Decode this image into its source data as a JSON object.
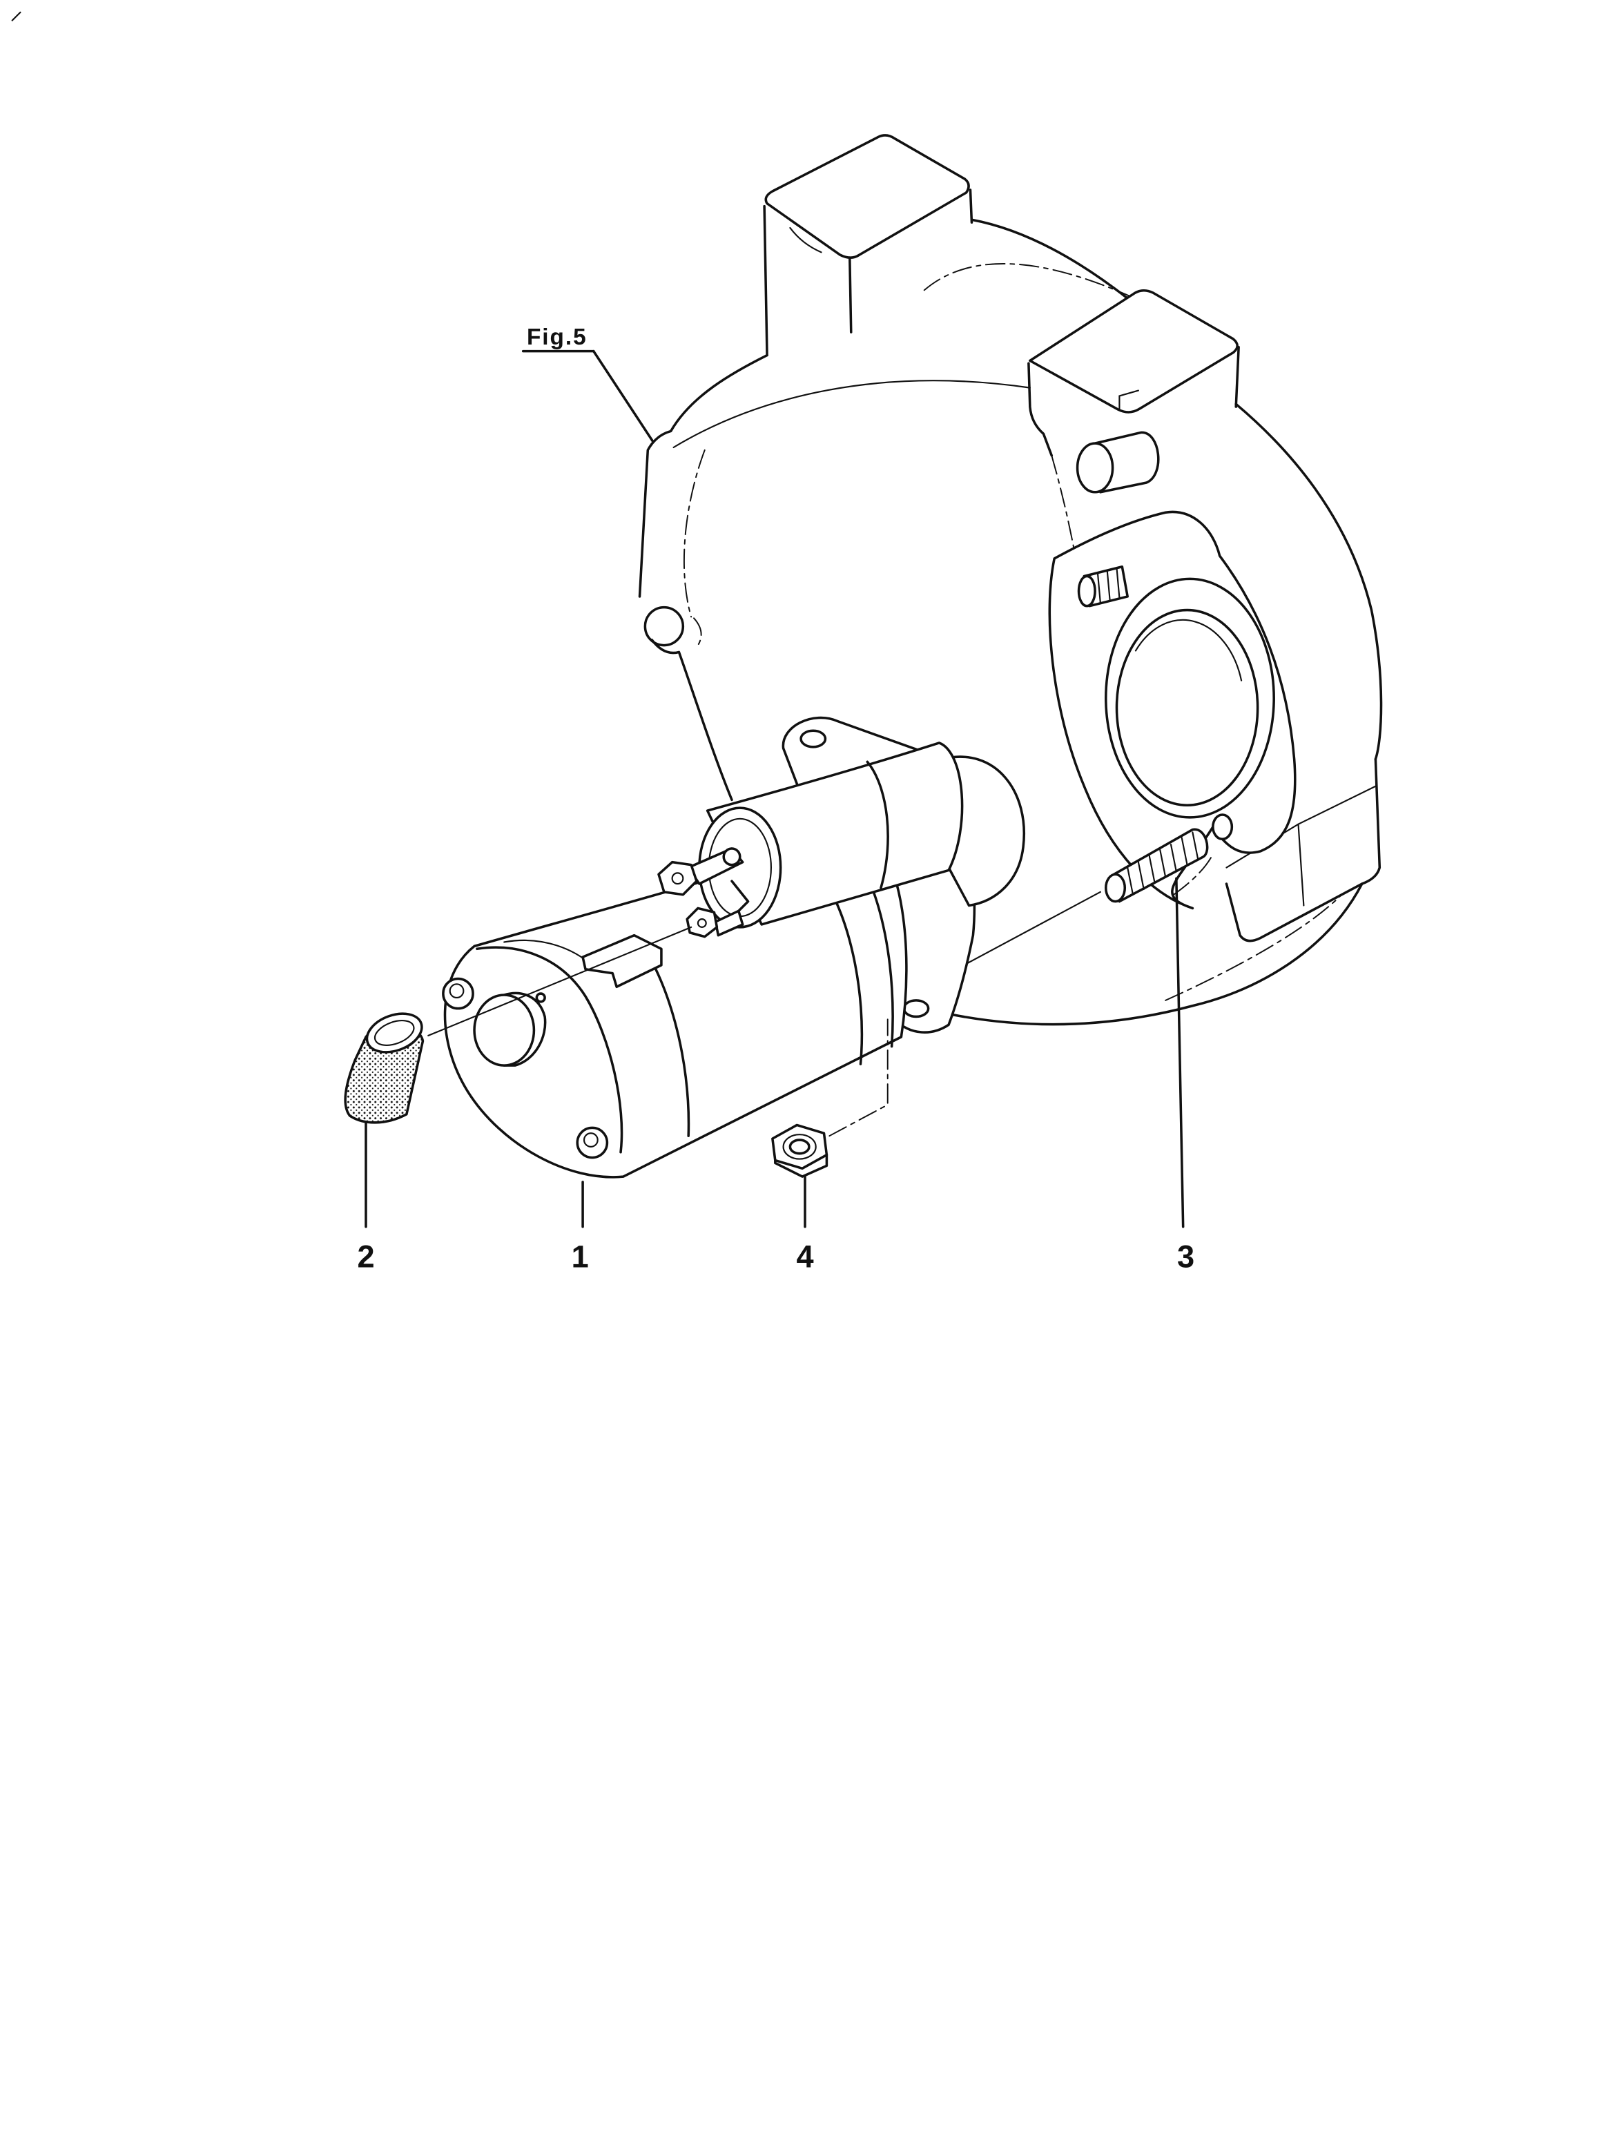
{
  "figure_ref": "Fig.5",
  "callouts": [
    "1",
    "2",
    "3",
    "4"
  ],
  "colors": {
    "ink": "#111111",
    "background": "#ffffff"
  }
}
